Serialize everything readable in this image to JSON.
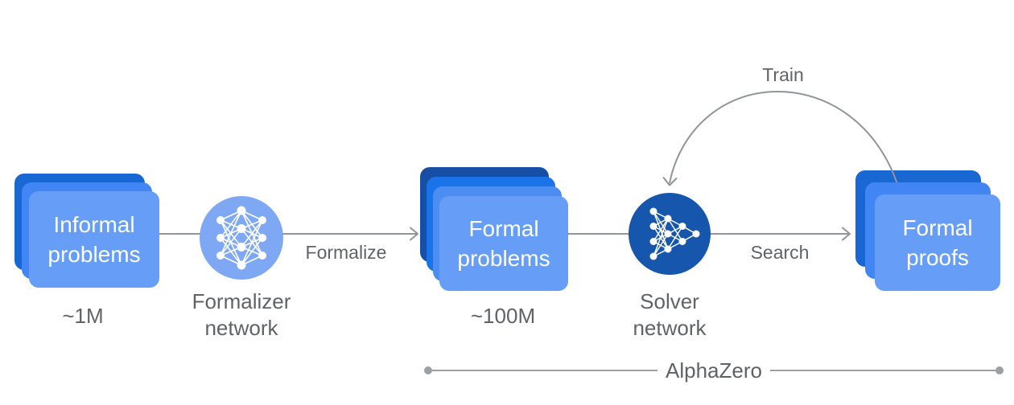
{
  "stacks": {
    "informal": {
      "line1": "Informal",
      "line2": "problems",
      "count": "~1M"
    },
    "formal_problems": {
      "line1": "Formal",
      "line2": "problems",
      "count": "~100M"
    },
    "formal_proofs": {
      "line1": "Formal",
      "line2": "proofs"
    }
  },
  "nodes": {
    "formalizer": {
      "line1": "Formalizer",
      "line2": "network"
    },
    "solver": {
      "line1": "Solver",
      "line2": "network"
    }
  },
  "edges": {
    "formalize": {
      "label": "Formalize"
    },
    "search": {
      "label": "Search"
    },
    "train": {
      "label": "Train"
    }
  },
  "bracket": {
    "label": "AlphaZero"
  },
  "colors": {
    "card_front": "#669DF6",
    "card_mid": "#4285F4",
    "card_back": "#1967D2",
    "card_deep_back": "#174EA6",
    "card_mid_light": "#4C8DF2",
    "formalizer_circle": "#7FA8F4",
    "solver_circle": "#1656AC",
    "connector_gray": "#909599",
    "bracket_gray": "#9AA0A6",
    "label_gray": "#5F6368",
    "card_text": "#FFFFFF"
  }
}
